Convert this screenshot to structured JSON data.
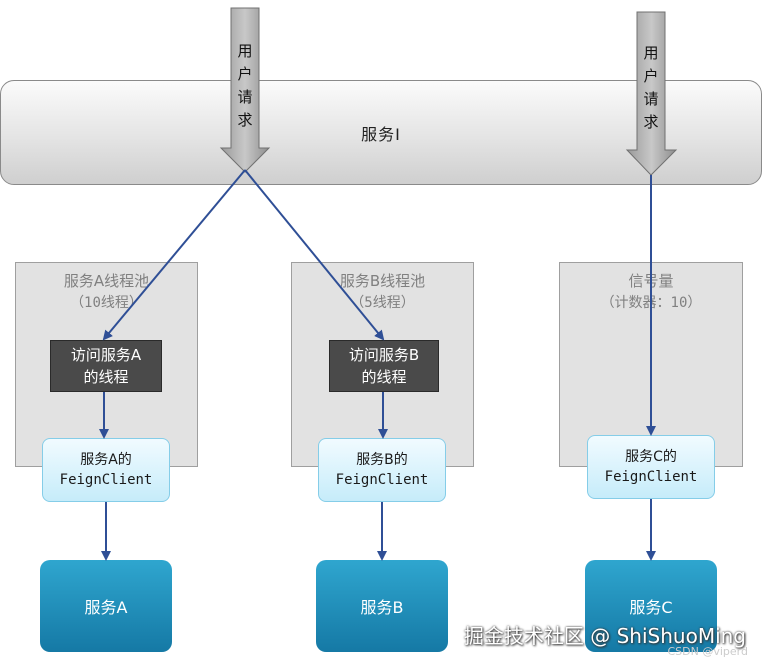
{
  "service_i": {
    "label": "服务I"
  },
  "requests": [
    {
      "label": [
        "用",
        "户",
        "请",
        "求"
      ]
    },
    {
      "label": [
        "用",
        "户",
        "请",
        "求"
      ]
    }
  ],
  "pools": {
    "a": {
      "title": "服务A线程池",
      "subtitle": "（10线程）"
    },
    "b": {
      "title": "服务B线程池",
      "subtitle": "（5线程）"
    },
    "c": {
      "title": "信号量",
      "subtitle": "（计数器：10）"
    }
  },
  "threads": {
    "a": {
      "line1": "访问服务A",
      "line2": "的线程"
    },
    "b": {
      "line1": "访问服务B",
      "line2": "的线程"
    }
  },
  "feign_clients": {
    "a": {
      "line1": "服务A的",
      "line2": "FeignClient"
    },
    "b": {
      "line1": "服务B的",
      "line2": "FeignClient"
    },
    "c": {
      "line1": "服务C的",
      "line2": "FeignClient"
    }
  },
  "services": {
    "a": {
      "label": "服务A"
    },
    "b": {
      "label": "服务B"
    },
    "c": {
      "label": "服务C"
    }
  },
  "watermark": {
    "line1": "掘金技术社区 @ ShiShuoMing",
    "line2": "CSDN @viperd"
  },
  "colors": {
    "arrow": "#2f4f96",
    "feign_border": "#85cde8",
    "service": "#1d86b3"
  }
}
